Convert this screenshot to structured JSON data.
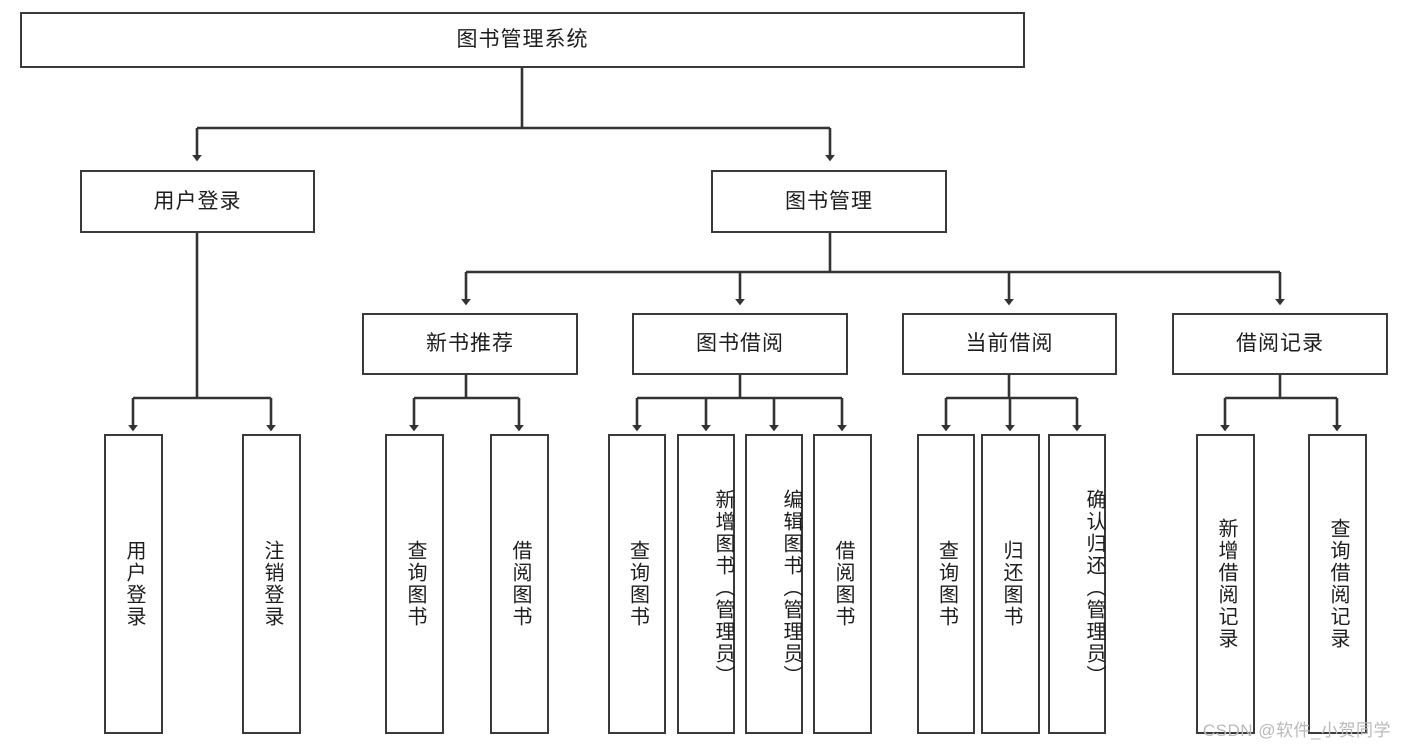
{
  "diagram": {
    "title": "图书管理系统",
    "type": "tree",
    "watermark": "CSDN @软件_小贺同学",
    "colors": {
      "box_border": "#3a3a3a",
      "box_fill": "#ffffff",
      "edge": "#333333",
      "text": "#1d1d1d",
      "watermark": "#b9b9b9"
    },
    "root": {
      "label": "图书管理系统"
    },
    "level2": [
      {
        "label": "用户登录"
      },
      {
        "label": "图书管理"
      }
    ],
    "level3": [
      {
        "label": "新书推荐"
      },
      {
        "label": "图书借阅"
      },
      {
        "label": "当前借阅"
      },
      {
        "label": "借阅记录"
      }
    ],
    "leaves": {
      "user_login": [
        {
          "label": "用户登录"
        },
        {
          "label": "注销登录"
        }
      ],
      "new_book": [
        {
          "label": "查询图书"
        },
        {
          "label": "借阅图书"
        }
      ],
      "book_borrow": [
        {
          "label": "查询图书"
        },
        {
          "label": "新增图书（管理员）"
        },
        {
          "label": "编辑图书（管理员）"
        },
        {
          "label": "借阅图书"
        }
      ],
      "current_borrow": [
        {
          "label": "查询图书"
        },
        {
          "label": "归还图书"
        },
        {
          "label": "确认归还（管理员）"
        }
      ],
      "borrow_record": [
        {
          "label": "新增借阅记录"
        },
        {
          "label": "查询借阅记录"
        }
      ]
    }
  }
}
